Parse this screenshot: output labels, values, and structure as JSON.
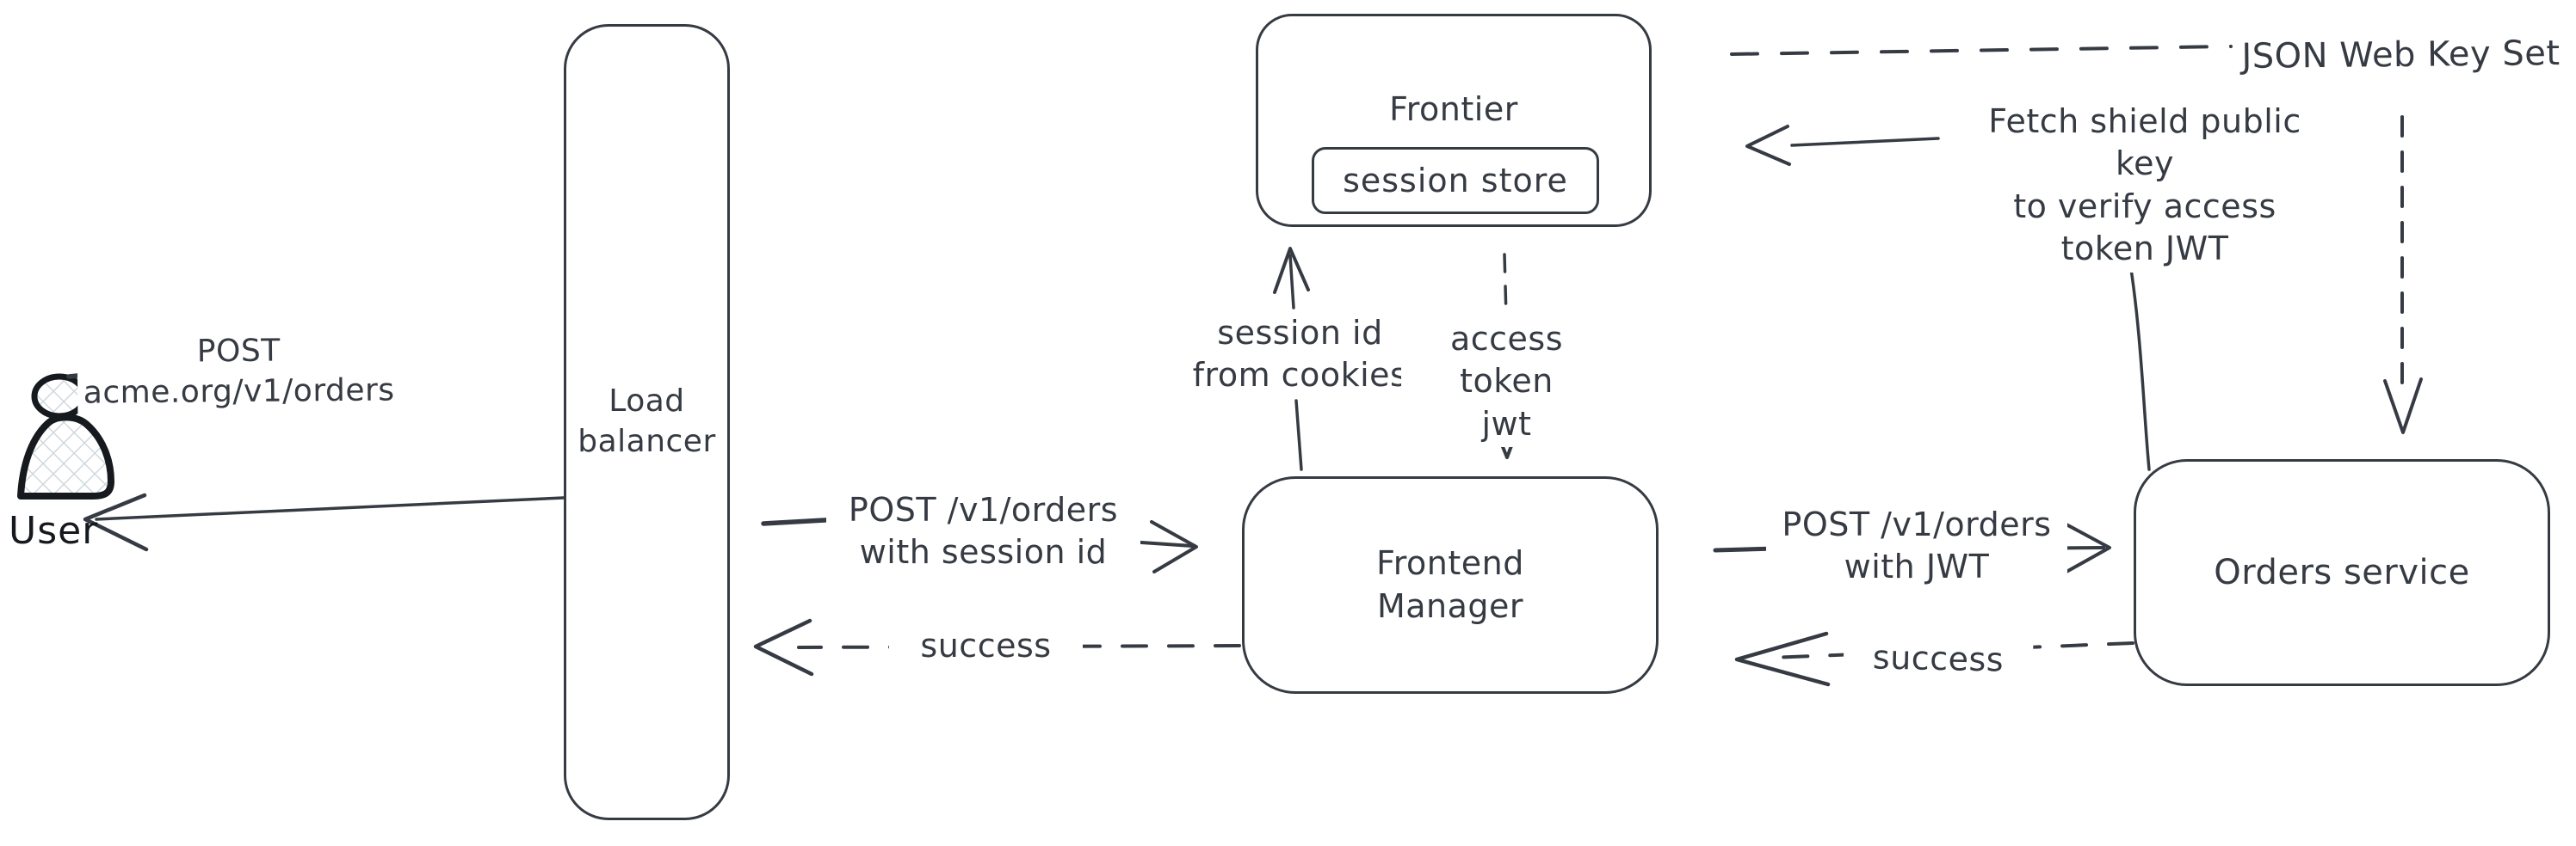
{
  "canvas": {
    "background": "#ffffff",
    "ink_color": "#363b43",
    "person_ink_color": "#16191d",
    "hatch_fill_color": "#ccd6dd"
  },
  "actors": {
    "user": {
      "label": "User",
      "icon": "person-icon"
    }
  },
  "nodes": {
    "load_balancer": {
      "label_line1": "Load",
      "label_line2": "balancer"
    },
    "frontier": {
      "label": "Frontier"
    },
    "session_store": {
      "label": "session store"
    },
    "frontend_manager": {
      "label_line1": "Frontend",
      "label_line2": "Manager"
    },
    "orders_service": {
      "label": "Orders service"
    }
  },
  "annotations": {
    "jwks": {
      "label": "JSON Web Key Set"
    },
    "fetch_key": {
      "label_line1": "Fetch shield public key",
      "label_line2": "to verify access",
      "label_line3": "token JWT"
    }
  },
  "edges": {
    "user_to_lb": {
      "label_line1": "POST",
      "label_line2": "acme.org/v1/orders",
      "style": "solid"
    },
    "lb_to_user": {
      "label": "",
      "style": "solid"
    },
    "lb_to_fm": {
      "label_line1": "POST /v1/orders",
      "label_line2": "with session id",
      "style": "solid"
    },
    "fm_to_lb_success": {
      "label": "success",
      "style": "dashed"
    },
    "fm_to_frontier": {
      "label_line1": "session id",
      "label_line2": "from cookies",
      "style": "solid"
    },
    "frontier_to_fm": {
      "label_line1": "access token",
      "label_line2": "jwt",
      "style": "dashed"
    },
    "fm_to_orders": {
      "label_line1": "POST /v1/orders",
      "label_line2": "with JWT",
      "style": "solid"
    },
    "orders_to_fm_success": {
      "label": "success",
      "style": "dashed"
    },
    "orders_to_frontier": {
      "label": "fetch-shield-public-key-arrow",
      "style": "solid"
    },
    "frontier_to_jwks": {
      "style": "dashed"
    },
    "jwks_to_orders": {
      "style": "dashed"
    }
  }
}
